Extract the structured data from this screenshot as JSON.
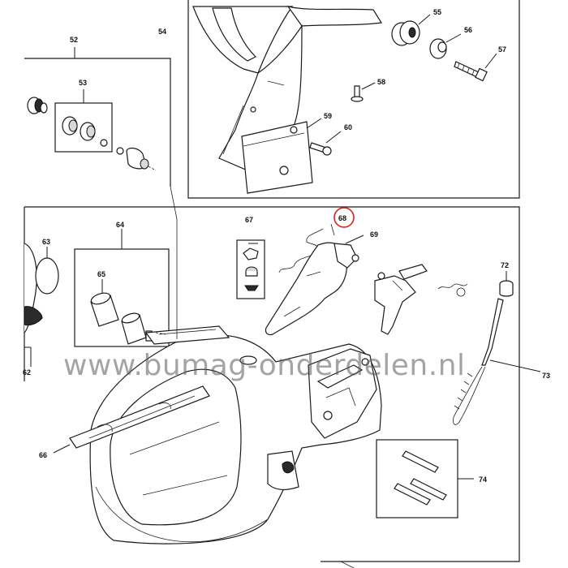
{
  "watermark": {
    "text": "www.bumag-onderdelen.nl"
  },
  "callouts": {
    "l52": "52",
    "l53": "53",
    "l54": "54",
    "l55": "55",
    "l56": "56",
    "l57": "57",
    "l58": "58",
    "l59": "59",
    "l60": "60",
    "l62": "62",
    "l63": "63",
    "l64": "64",
    "l65": "65",
    "l66": "66",
    "l67": "67",
    "l68": "68",
    "l69": "69",
    "l72": "72",
    "l73": "73",
    "l74": "74"
  },
  "colors": {
    "highlight_circle": "#e0201c",
    "line": "#1a1a1a",
    "watermark": "#5a5a5a"
  }
}
